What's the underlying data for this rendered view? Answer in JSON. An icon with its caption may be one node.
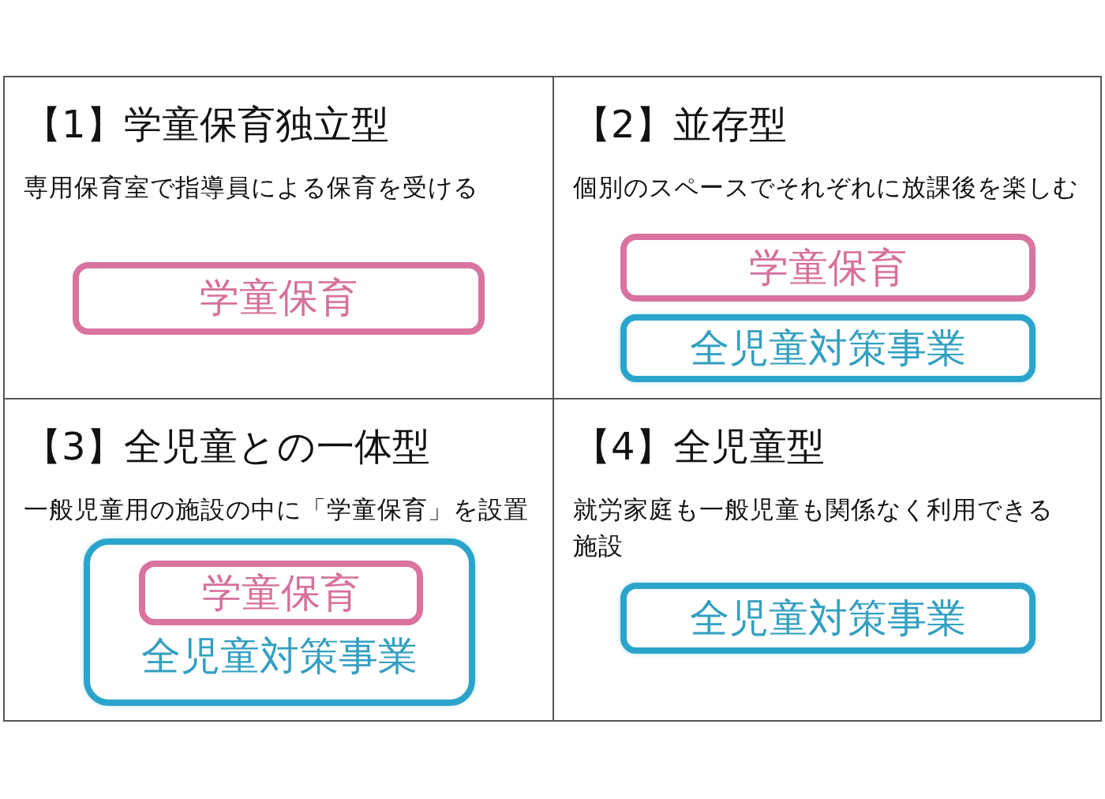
{
  "diagram": {
    "nodes": [
      {
        "text": [
          "【1】学童保育独立型",
          "専用保育室で指導員による保育を受ける"
        ]
      },
      {
        "text": [
          "学童保育"
        ],
        "in": 0
      },
      {
        "text": [
          "【2】並存型",
          "個別のスペースでそれぞれに放課後を楽しむ"
        ]
      },
      {
        "text": [
          "学童保育"
        ],
        "in": 2
      },
      {
        "text": [
          "全児童対策事業"
        ],
        "in": 2
      },
      {
        "text": [
          "【3】全児童との一体型",
          "一般児童用の施設の中に「学童保育」を設置"
        ]
      },
      {
        "text": [
          "全児童対策事業"
        ],
        "in": 5
      },
      {
        "text": [
          "学童保育"
        ],
        "in": 6
      },
      {
        "text": [
          "【4】全児童型",
          "就労家庭も一般児童も関係なく利用できる施設"
        ]
      },
      {
        "text": [
          "全児童対策事業"
        ],
        "in": 8
      }
    ]
  }
}
